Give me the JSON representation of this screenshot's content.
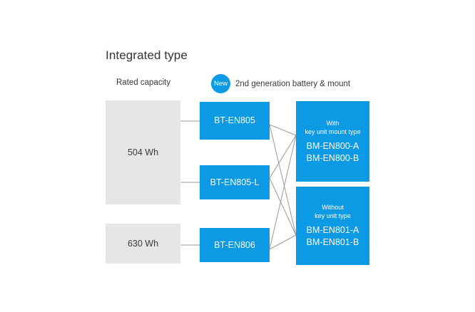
{
  "title": "Integrated type",
  "columns": {
    "left_label": "Rated capacity",
    "right_badge": "New",
    "right_label": "2nd generation battery & mount"
  },
  "capacity_boxes": [
    {
      "id": "504",
      "label": "504 Wh"
    },
    {
      "id": "630",
      "label": "630 Wh"
    }
  ],
  "battery_boxes": [
    {
      "id": "bt-en805",
      "label": "BT-EN805"
    },
    {
      "id": "bt-en805-l",
      "label": "BT-EN805-L"
    },
    {
      "id": "bt-en806",
      "label": "BT-EN806"
    }
  ],
  "mount_boxes": [
    {
      "id": "bm-en800",
      "sub_line1": "With",
      "sub_line2": "key unit mount type",
      "code1": "BM-EN800-A",
      "code2": "BM-EN800-B"
    },
    {
      "id": "bm-en801",
      "sub_line1": "Without",
      "sub_line2": "key unit type",
      "code1": "BM-EN801-A",
      "code2": "BM-EN801-B"
    }
  ],
  "colors": {
    "accent_blue": "#0c9ae5",
    "box_gray": "#e6e6e6",
    "connector": "#9a9a9a",
    "text": "#333333"
  }
}
